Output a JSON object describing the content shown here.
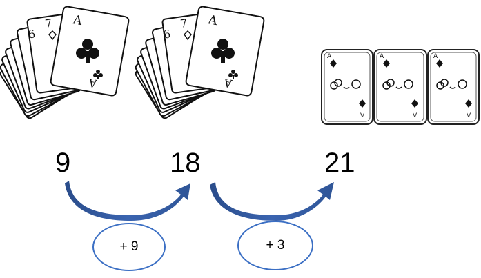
{
  "cards": {
    "fan_top_rank": "A",
    "fan_back_ranks": [
      "6",
      "7"
    ],
    "cute_card_rank": "A",
    "cute_card_bottom": "V"
  },
  "numbers": {
    "start": "9",
    "middle": "18",
    "end": "21"
  },
  "steps": {
    "first": "+ 9",
    "second": "+ 3"
  },
  "colors": {
    "arrow": "#2f5597",
    "bubble": "#3b6fc4",
    "ink": "#000000"
  }
}
